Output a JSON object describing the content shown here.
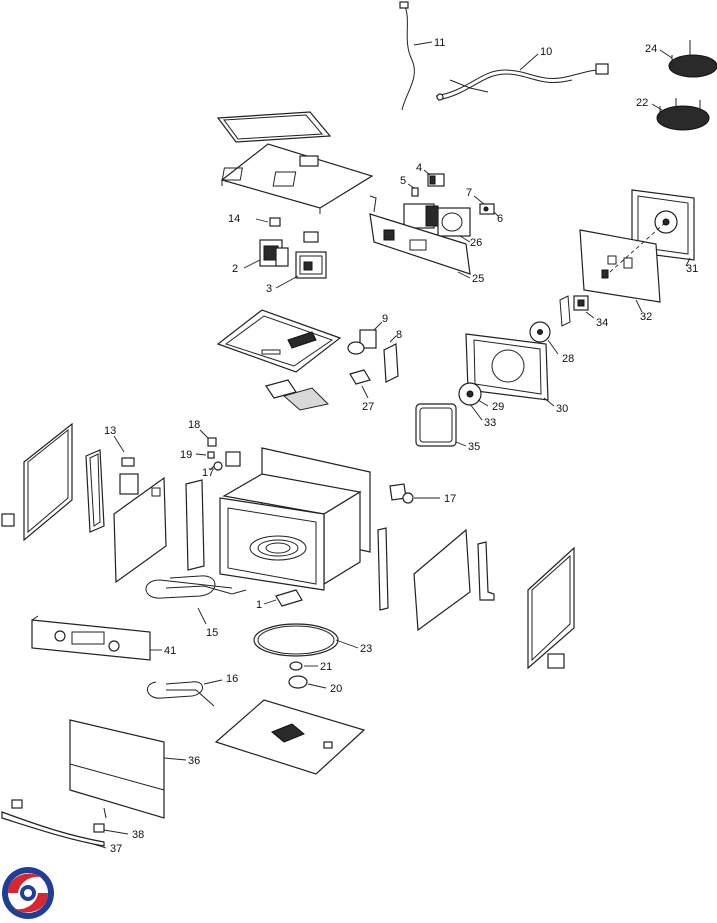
{
  "labels": {
    "p1": "1",
    "p2": "2",
    "p3": "3",
    "p4": "4",
    "p5": "5",
    "p6": "6",
    "p7": "7",
    "p8": "8",
    "p9": "9",
    "p10": "10",
    "p11": "11",
    "p13": "13",
    "p14": "14",
    "p15": "15",
    "p16": "16",
    "p17a": "17",
    "p17b": "17",
    "p18": "18",
    "p19": "19",
    "p20": "20",
    "p21": "21",
    "p22": "22",
    "p23": "23",
    "p24": "24",
    "p25": "25",
    "p26": "26",
    "p27": "27",
    "p28": "28",
    "p29": "29",
    "p30": "30",
    "p31": "31",
    "p32": "32",
    "p33": "33",
    "p34": "34",
    "p35": "35",
    "p36": "36",
    "p37": "37",
    "p38": "38",
    "p41": "41"
  },
  "colors": {
    "logo_red": "#d8262f",
    "logo_blue": "#1d3f9a",
    "line": "#222222"
  },
  "icons": {
    "logo": "brand-swirl-logo"
  }
}
